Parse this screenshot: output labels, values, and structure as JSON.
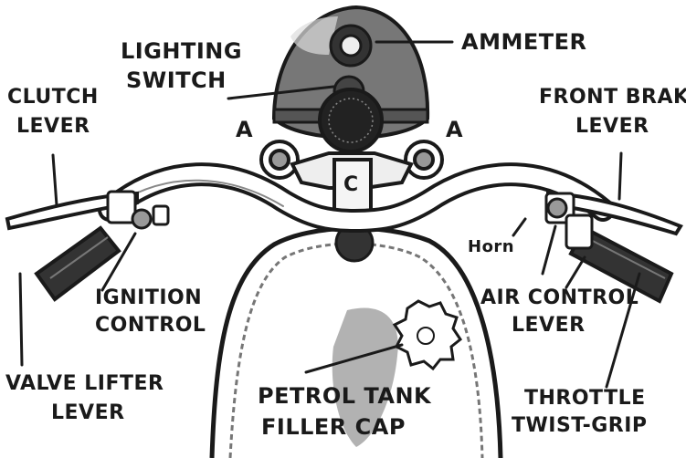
{
  "labels": {
    "ammeter": "AMMETER",
    "lighting_switch_1": "LIGHTING",
    "lighting_switch_2": "SWITCH",
    "clutch_lever_1": "CLUTCH",
    "clutch_lever_2": "LEVER",
    "front_brake_lever_1": "FRONT BRAKE",
    "front_brake_lever_2": "LEVER",
    "a_left": "A",
    "a_right": "A",
    "c_marker": "C",
    "horn": "Horn",
    "ignition_control_1": "IGNITION",
    "ignition_control_2": "CONTROL",
    "air_control_lever_1": "AIR CONTROL",
    "air_control_lever_2": "LEVER",
    "valve_lifter_lever_1": "VALVE LIFTER",
    "valve_lifter_lever_2": "LEVER",
    "petrol_tank_filler_cap_1": "PETROL TANK",
    "petrol_tank_filler_cap_2": "FILLER CAP",
    "throttle_twist_grip_1": "THROTTLE",
    "throttle_twist_grip_2": "TWIST-GRIP"
  },
  "colors": {
    "ink": "#1a1a1a",
    "paper": "#ffffff",
    "shade": "#555555"
  }
}
